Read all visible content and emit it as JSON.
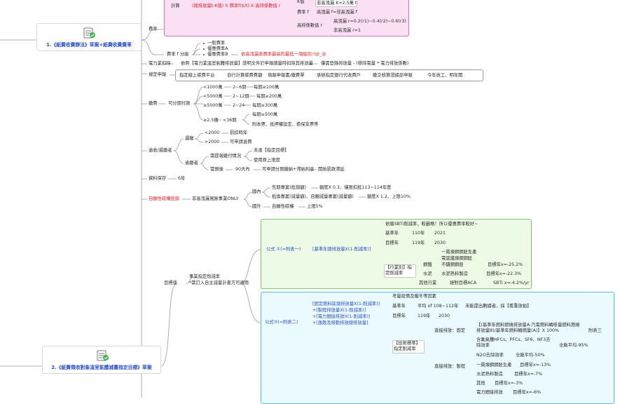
{
  "root1": {
    "label": "1.《紙費收費辦法》草案+紙費收費費率"
  },
  "root2": {
    "label": "2.《紙費徵收對象溫室氣體減量指定目標》草案"
  },
  "top": {
    "calc": "計算",
    "calc_formula": "(總排放量t-K值) X 費率f($/t) X 高排係數值 r",
    "k_label": "K值",
    "k_non_high": "非高洩漏 K=2.5萬 t",
    "f_label": "費率 f",
    "f_high": "高洩漏 f=非高洩漏 f",
    "r_label": "高排係數值 r",
    "r_high": "高洩漏 r=0.2(r1)~0.4(r2)~0.6(r3)",
    "r_non_high": "非高洩漏 r=1",
    "rate": "費率",
    "rate_f_class": "費率 f 分級",
    "fee_general": "一般費率",
    "fee_a": "優惠費率A",
    "fee_b": "優惠費率B",
    "fee_note": "依高洩漏表費率最高的最低一項級別!!@_@"
  },
  "mid": {
    "power": "電力業扣除",
    "power_desc": "依照【電力業溫室氣體排放量】證明文件於申報總量時扣除其排放量",
    "power_desc2": "僅需登錄排放量 - (移除電量 * 電力排放係數)",
    "declare": "規定申報",
    "declare_1": "指定線上碳費平台",
    "declare_2": "自行計算碳費費額",
    "declare_3": "填報申報書/繳費單",
    "declare_4": "承辦指定銀行代收費戶",
    "declare_5": "繳交核算證據部申報",
    "declare_6": "今年收工、明年開"
  },
  "pay": {
    "label": "繳費",
    "split": "可分期付款",
    "rows": [
      {
        "a": "<1000萬",
        "b": "2~6期",
        "c": "每期≥100萬"
      },
      {
        "a": "<5000萬",
        "b": "2~12期",
        "c": "每期≥200萬"
      },
      {
        "a": "≥5000萬",
        "b": "2~24",
        "c": "每期≥300萬"
      }
    ],
    "big": "≥2.5億",
    "big_b": "<36期",
    "big_c1": "每期≥500萬",
    "big_c2": "附本票、抵押權設定、擔保支票等"
  },
  "late": {
    "label": "逾收/遲繳者",
    "late_pay": "遲繳",
    "late_1": "<2000",
    "late_1b": "罰扣時年",
    "late_2": ">2000",
    "late_2b": "可申請退費",
    "overdue": "逾繳者",
    "overdue_1": "需提報繳付情況",
    "overdue_1a": "未達【指定目標】",
    "overdue_1b": "使用原上限度",
    "overdue_2": "需預後",
    "overdue_2a": "90天內",
    "overdue_2b": "可申請分期繳納+滯納利息",
    "overdue_2c": "開始罰款滯延"
  },
  "keep": {
    "label": "資料保存",
    "years": "6年"
  },
  "carbon": {
    "label": "自願性碳權抵銷",
    "only": "非高洩漏風險事業ONLY",
    "domestic": "國內",
    "dom_1": "先期專案(抵銷額)",
    "dom_1b": "額度X 0.3、僅限扣抵113~114年度",
    "dom_2": "抵換專案(減量額)、自願減量專案(減量額)",
    "dom_2b": "額度X 1.2、上限10%",
    "foreign": "國外",
    "for_1": "自願性碳權",
    "for_1b": "上限5%"
  },
  "target": {
    "label": "目標值",
    "desc1": "事業指定削減率",
    "desc2": "*需訂入自主減量計畫方可適用"
  },
  "formula1": {
    "label": "公式 ①(=附表一)",
    "formula": "[基準年總排放量X(1-削減率)]",
    "note": "依循SBTi削減率，較嚴格！所以優惠費率較好~",
    "base_year": "基準年",
    "base_a": "110年",
    "base_b": "2021",
    "target_year": "目標年",
    "target_a": "119年",
    "target_b": "2030",
    "industry": "【行業別】指定削減率",
    "steel": "鋼鐵",
    "steel_1": "一貫煉鋼鋼胚生產",
    "steel_2": "電弧爐煉鋼鋼胚",
    "steel_3": "不鏽鋼鋼胚",
    "steel_rate": "目標年x=-25.2%",
    "cement": "水泥",
    "cement_1": "水泥熟料製造",
    "cement_rate": "目標年x=-22.3%",
    "other": "其他行業",
    "other_1": "絕對目標ACA",
    "other_rate": "SBTi x=-4.2%/yr"
  },
  "formula2": {
    "label": "公式②(=附表二)",
    "line1": "[固定燃料區總排放量X(1-削減率)]",
    "line2": "+[製程排放量X(1-削減率)]",
    "line3": "+[電力間接排放X(1-削減率)]",
    "line4": "+[逸散及移動排放總排放量]",
    "note": "考量疫情及暖冬等因素",
    "base_year": "基準年",
    "base_a": "平均 of 108~112年",
    "base_b": "未能提出數據者，採【看重放拍】",
    "target_year": "目標年",
    "target_a": "119年",
    "target_b": "2030",
    "tech": "【技術標準】指定削減率",
    "direct_1": "直接排放：固定",
    "fixed_desc": "【(基準年燃料燃燒排放量A-汽電燃料轉移量燃料燃燒排放量B)/基準年燃料轉燃量(A)】X 100%",
    "fixed_note": "附表三",
    "gas": "含氟氣體HFCs、PFCs、SF6、NF3去除效率",
    "gas_rate": "全廠平均-95%",
    "direct_2": "直接排放：製程",
    "n2o": "N2O去除效率",
    "n2o_rate": "全廠平均-50%",
    "steel": "一貫煉鋼鋼胚生產",
    "steel_rate": "目標年x=-13%",
    "cement": "水泥熟料製造",
    "cement_rate": "目標年x=-7%",
    "other": "其他",
    "other_rate": "目標年x=-3%",
    "power": "電力間接排放",
    "power_rate": "目標年x=-6%"
  },
  "colors": {
    "pink_bg": "#fbe0f4",
    "pink_border": "#e26ad6",
    "green_bg": "#edfbe6",
    "green_border": "#7cc66e",
    "cyan_bg": "#eafaff",
    "cyan_border": "#54bfe6",
    "red_text": "#e8242c",
    "blue_text": "#2b4fd0"
  }
}
